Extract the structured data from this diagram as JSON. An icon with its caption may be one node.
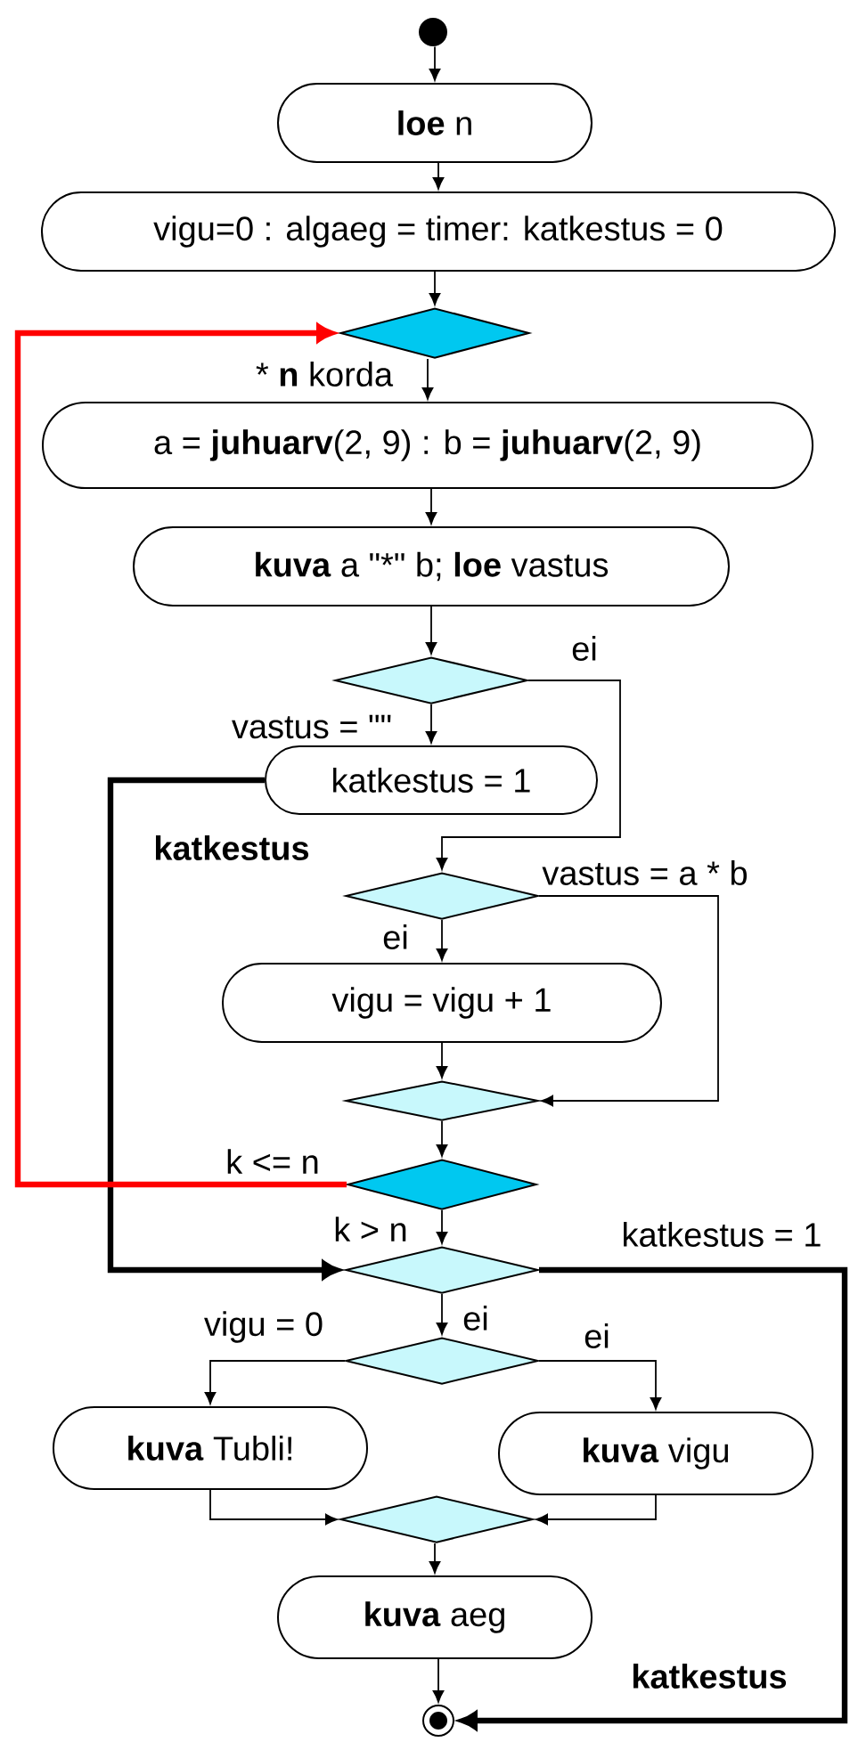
{
  "diagram": {
    "nodes": [
      {
        "text": [],
        "shape": "circle"
      },
      {
        "text": [
          "**loe** n"
        ]
      },
      {
        "text": [
          "vigu=0 : algaeg = timer: katkestus = 0"
        ]
      },
      {
        "text": [],
        "shape": "diamond"
      },
      {
        "text": [
          "a = **juhuarv**(2, 9) : b = **juhuarv**(2, 9)"
        ]
      },
      {
        "text": [
          "**kuva**  a \"*\" b;  **loe**  vastus"
        ]
      },
      {
        "text": [],
        "shape": "diamond"
      },
      {
        "text": [
          "katkestus =  1"
        ]
      },
      {
        "text": [],
        "shape": "diamond"
      },
      {
        "text": [
          "vigu = vigu + 1"
        ]
      },
      {
        "text": [],
        "shape": "diamond"
      },
      {
        "text": [],
        "shape": "diamond"
      },
      {
        "text": [],
        "shape": "diamond"
      },
      {
        "text": [],
        "shape": "diamond"
      },
      {
        "text": [
          "**kuva** Tubli!"
        ]
      },
      {
        "text": [
          "**kuva** vigu"
        ]
      },
      {
        "text": [],
        "shape": "diamond"
      },
      {
        "text": [
          "**kuva** aeg"
        ]
      },
      {
        "text": [],
        "shape": "circle"
      }
    ],
    "edges": [
      {
        "from": 0,
        "to": 1,
        "arrow": "to"
      },
      {
        "from": 1,
        "to": 2,
        "arrow": "to"
      },
      {
        "from": 2,
        "to": 3,
        "arrow": "to"
      },
      {
        "from": 3,
        "to": 4,
        "arrow": "to",
        "label": "* **n** korda"
      },
      {
        "from": 4,
        "to": 5,
        "arrow": "to"
      },
      {
        "from": 5,
        "to": 6,
        "arrow": "to"
      },
      {
        "from": 6,
        "to": 7,
        "arrow": "to",
        "label": "vastus =  \"\""
      },
      {
        "from": 6,
        "to": 8,
        "arrow": "to",
        "label": "ei"
      },
      {
        "from": 7,
        "to": 12,
        "arrow": "to",
        "label": "katkestus",
        "style": "thick"
      },
      {
        "from": 8,
        "to": 9,
        "arrow": "to",
        "label": "ei"
      },
      {
        "from": 8,
        "to": 10,
        "arrow": "to",
        "label": "vastus = a * b"
      },
      {
        "from": 9,
        "to": 10,
        "arrow": "to"
      },
      {
        "from": 10,
        "to": 11,
        "arrow": "to"
      },
      {
        "from": 11,
        "to": 3,
        "arrow": "to",
        "label": "k <= n",
        "style": "thick",
        "color": "#ff0000"
      },
      {
        "from": 11,
        "to": 12,
        "arrow": "to",
        "label": "k > n"
      },
      {
        "from": 12,
        "to": 13,
        "arrow": "to",
        "label": "ei"
      },
      {
        "from": 12,
        "to": 18,
        "arrow": "to",
        "label": "katkestus = 1",
        "style": "thick"
      },
      {
        "from": 13,
        "to": 14,
        "arrow": "to",
        "label": "vigu = 0"
      },
      {
        "from": 13,
        "to": 15,
        "arrow": "to",
        "label": "ei"
      },
      {
        "from": 14,
        "to": 16,
        "arrow": "to"
      },
      {
        "from": 15,
        "to": 16,
        "arrow": "to"
      },
      {
        "from": 16,
        "to": 17,
        "arrow": "to"
      },
      {
        "from": 17,
        "to": 18,
        "arrow": "to"
      }
    ],
    "labels": [
      "katkestus"
    ]
  }
}
